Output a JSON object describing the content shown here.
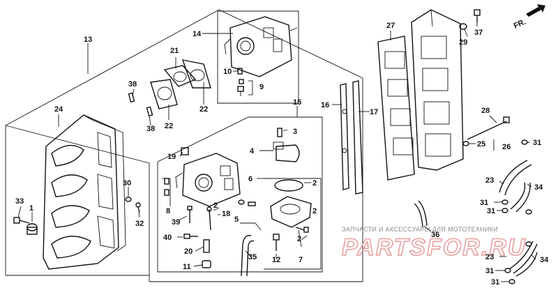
{
  "direction_label": "FR.",
  "watermark": {
    "tagline": "ЗАПЧАСТИ И АКСЕССУАРЫ ДЛЯ МОТОТЕХНИКИ",
    "brand": "PARTSFOR.RU"
  },
  "callouts": {
    "c13": "13",
    "c14": "14",
    "c10": "10",
    "c9": "9",
    "c21": "21",
    "c22a": "22",
    "c22b": "22",
    "c38a": "38",
    "c38b": "38",
    "c24": "24",
    "c33": "33",
    "c1": "1",
    "c30": "30",
    "c32": "32",
    "c15": "15",
    "c3": "3",
    "c4": "4",
    "c19": "19",
    "c6": "6",
    "c2a": "2",
    "c2b": "2",
    "c2c": "2",
    "c2d": "2",
    "c8": "8",
    "c39": "39",
    "c18": "18",
    "c5": "5",
    "c40": "40",
    "c20": "20",
    "c11": "11",
    "c35": "35",
    "c12": "12",
    "c7": "7",
    "c16": "16",
    "c17": "17",
    "c27": "27",
    "c29": "29",
    "c37": "37",
    "c28": "28",
    "c25": "25",
    "c26": "26",
    "c31a": "31",
    "c23a": "23",
    "c34a": "34",
    "c31b": "31",
    "c31c": "31",
    "c36": "36",
    "c23b": "23",
    "c34b": "34",
    "c31d": "31",
    "c31e": "31"
  }
}
